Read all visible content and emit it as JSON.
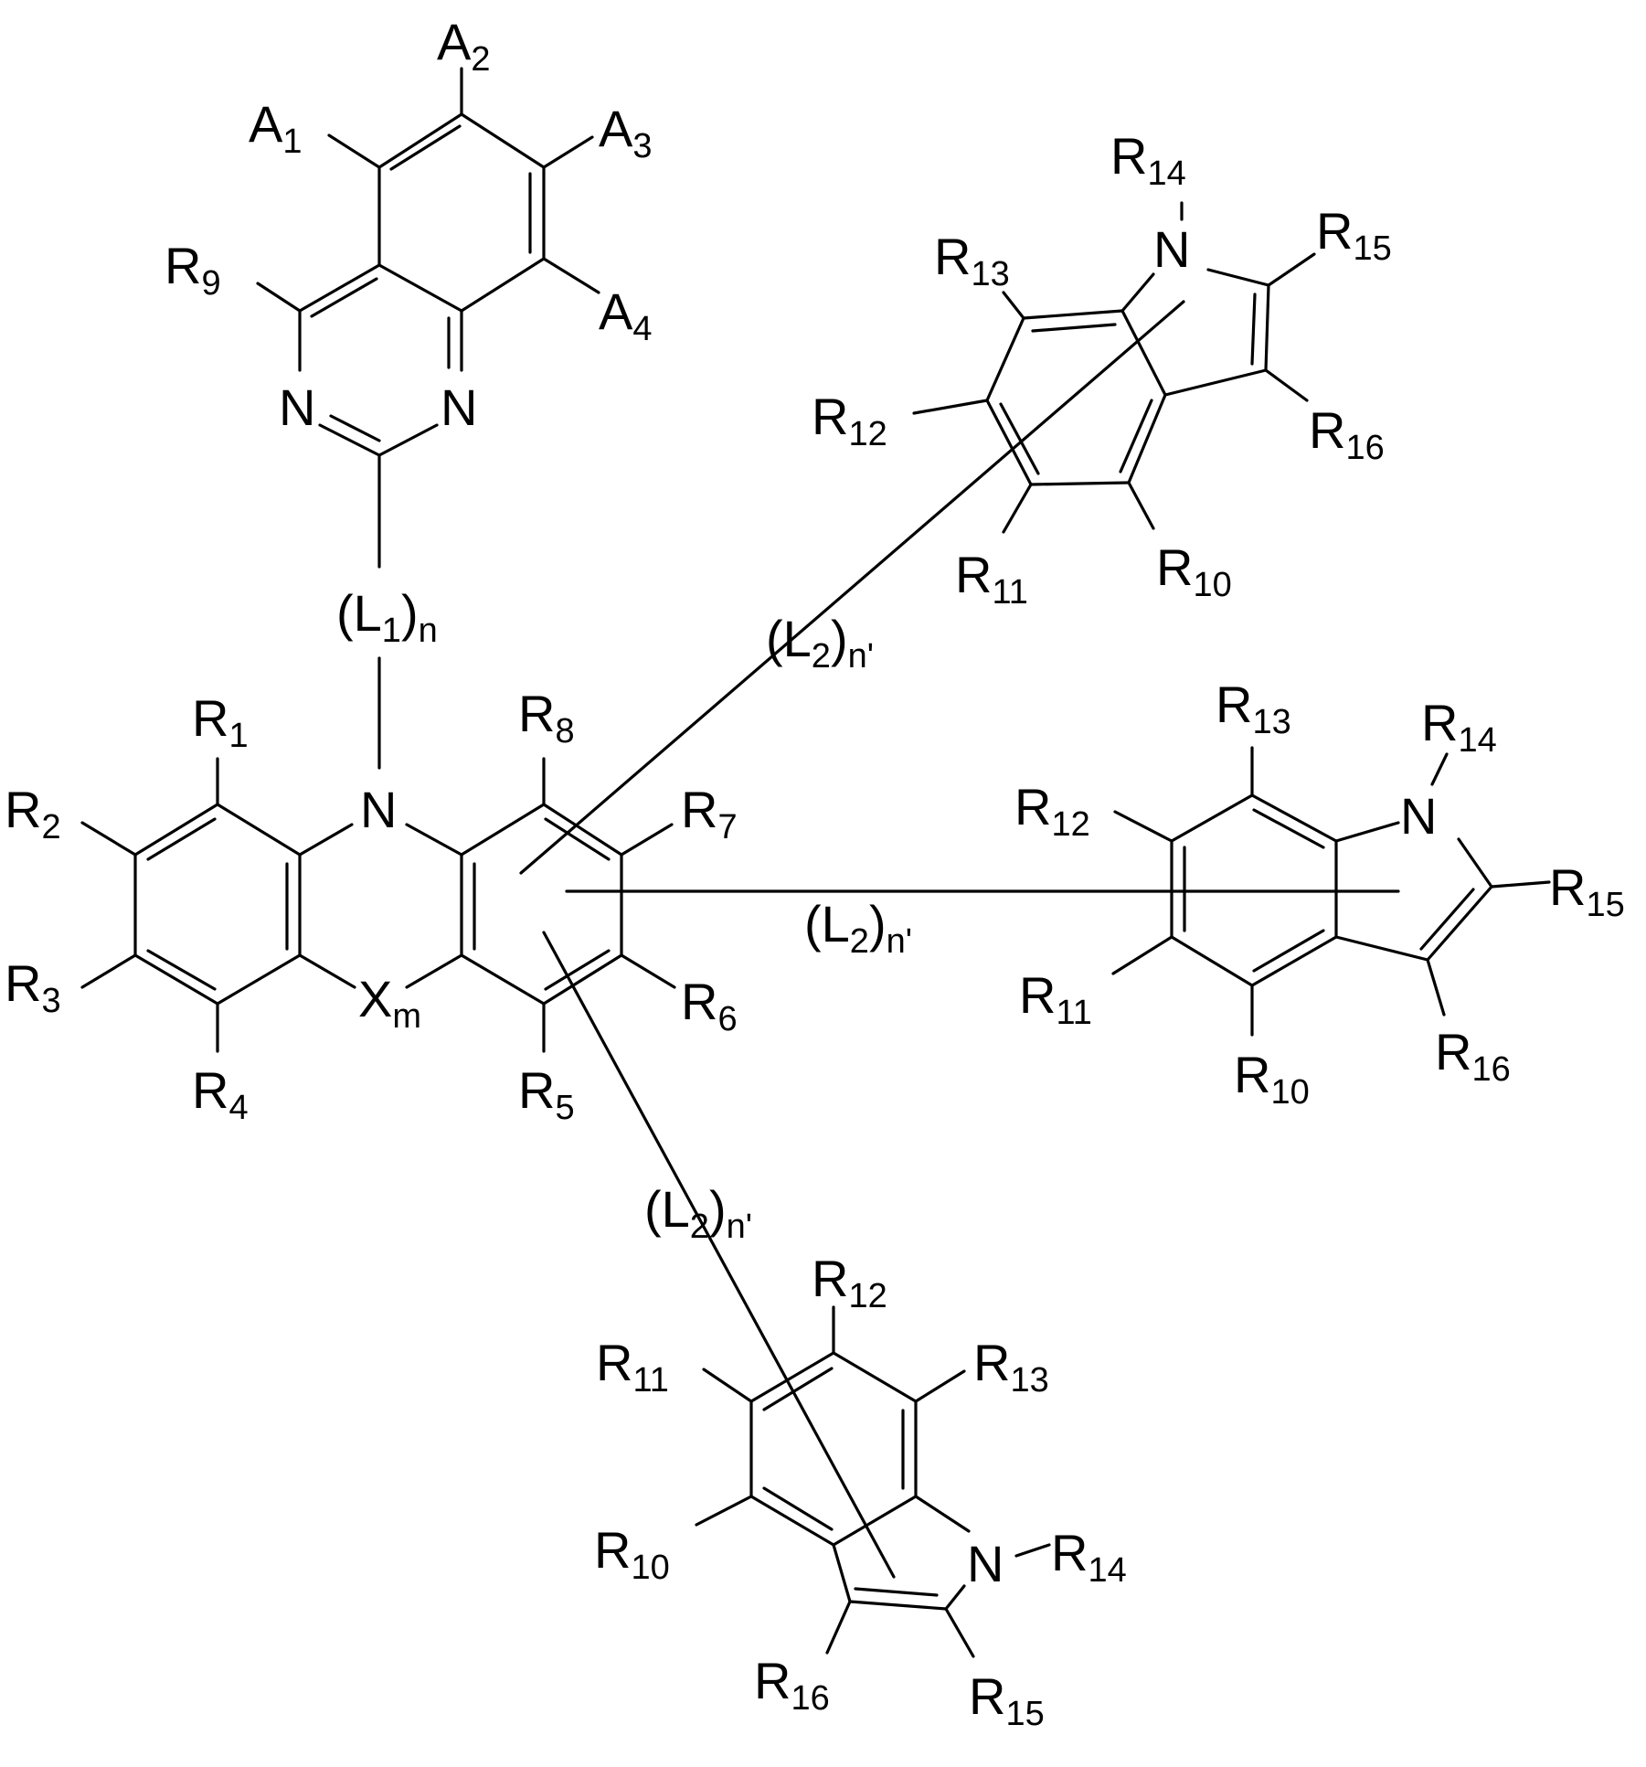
{
  "colors": {
    "line": "#000000",
    "background": "#ffffff"
  },
  "labels": {
    "A1": [
      "A",
      "1"
    ],
    "A2": [
      "A",
      "2"
    ],
    "A3": [
      "A",
      "3"
    ],
    "A4": [
      "A",
      "4"
    ],
    "R9": [
      "R",
      "9"
    ],
    "N_q1": [
      "N",
      ""
    ],
    "N_q2": [
      "N",
      ""
    ],
    "L1": [
      "(L",
      "1",
      ")",
      "n"
    ],
    "N_core": [
      "N",
      ""
    ],
    "X": [
      "X",
      "m"
    ],
    "R1": [
      "R",
      "1"
    ],
    "R2": [
      "R",
      "2"
    ],
    "R3": [
      "R",
      "3"
    ],
    "R4": [
      "R",
      "4"
    ],
    "R5": [
      "R",
      "5"
    ],
    "R6": [
      "R",
      "6"
    ],
    "R7": [
      "R",
      "7"
    ],
    "R8": [
      "R",
      "8"
    ],
    "L2_a": [
      "(L",
      "2",
      ")",
      "n'"
    ],
    "L2_b": [
      "(L",
      "2",
      ")",
      "n'"
    ],
    "L2_c": [
      "(L",
      "2",
      ")",
      "n'"
    ],
    "ia_R10": [
      "R",
      "10"
    ],
    "ia_R11": [
      "R",
      "11"
    ],
    "ia_R12": [
      "R",
      "12"
    ],
    "ia_R13": [
      "R",
      "13"
    ],
    "ia_N": [
      "N",
      ""
    ],
    "ia_R14": [
      "R",
      "14"
    ],
    "ia_R15": [
      "R",
      "15"
    ],
    "ia_R16": [
      "R",
      "16"
    ],
    "ib_R10": [
      "R",
      "10"
    ],
    "ib_R11": [
      "R",
      "11"
    ],
    "ib_R12": [
      "R",
      "12"
    ],
    "ib_R13": [
      "R",
      "13"
    ],
    "ib_N": [
      "N",
      ""
    ],
    "ib_R14": [
      "R",
      "14"
    ],
    "ib_R15": [
      "R",
      "15"
    ],
    "ib_R16": [
      "R",
      "16"
    ],
    "ic_R10": [
      "R",
      "10"
    ],
    "ic_R11": [
      "R",
      "11"
    ],
    "ic_R12": [
      "R",
      "12"
    ],
    "ic_R13": [
      "R",
      "13"
    ],
    "ic_N": [
      "N",
      ""
    ],
    "ic_R14": [
      "R",
      "14"
    ],
    "ic_R15": [
      "R",
      "15"
    ],
    "ic_R16": [
      "R",
      "16"
    ]
  }
}
